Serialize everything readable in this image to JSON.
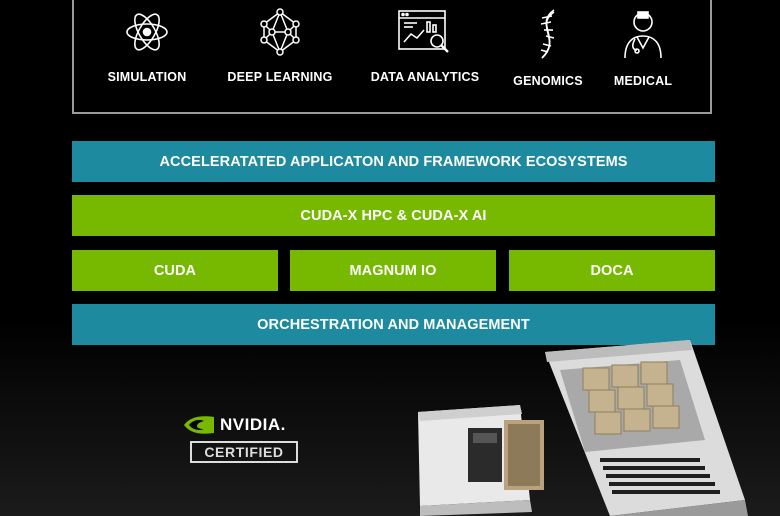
{
  "applications": [
    {
      "label": "SIMULATION",
      "icon": "atom-icon"
    },
    {
      "label": "DEEP LEARNING",
      "icon": "neural-network-icon"
    },
    {
      "label": "DATA ANALYTICS",
      "icon": "analytics-dashboard-icon"
    },
    {
      "label": "GENOMICS",
      "icon": "dna-icon"
    },
    {
      "label": "MEDICAL",
      "icon": "doctor-icon"
    }
  ],
  "stack": {
    "ecosystems": "ACCELERATATED APPLICATON AND FRAMEWORK ECOSYSTEMS",
    "cuda_x": "CUDA-X HPC & CUDA-X AI",
    "cuda": "CUDA",
    "magnum_io": "MAGNUM IO",
    "doca": "DOCA",
    "orchestration": "ORCHESTRATION AND MANAGEMENT"
  },
  "badge": {
    "brand": "NVIDIA",
    "trademark": ".",
    "certified": "CERTIFIED"
  },
  "colors": {
    "teal": "#1d8aa0",
    "green": "#76b900",
    "background": "#000000"
  }
}
